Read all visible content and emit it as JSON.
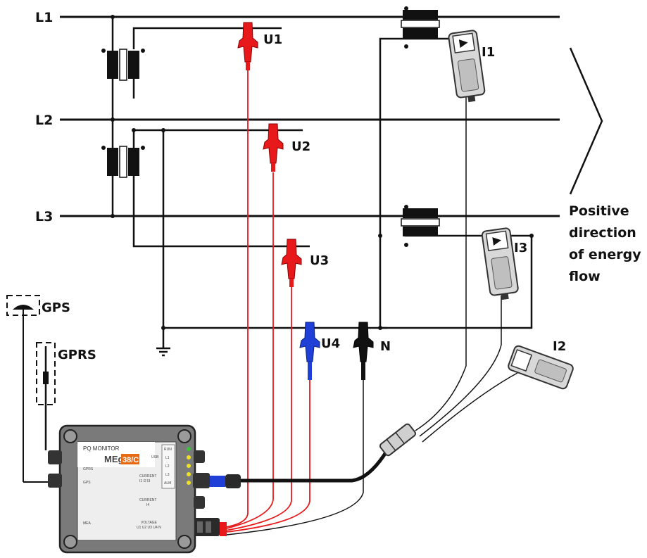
{
  "lines": {
    "l1": "L1",
    "l2": "L2",
    "l3": "L3"
  },
  "voltage_probes": {
    "u1": "U1",
    "u2": "U2",
    "u3": "U3",
    "u4": "U4",
    "n": "N"
  },
  "current_clamps": {
    "i1": "I1",
    "i2": "I2",
    "i3": "I3"
  },
  "antennas": {
    "gps": "GPS",
    "gprs": "GPRS"
  },
  "energy_flow": {
    "line1": "Positive",
    "line2": "direction",
    "line3": "of energy",
    "line4": "flow"
  },
  "device": {
    "title": "PQ MONITOR",
    "brand": "MEg",
    "model": "38/C",
    "port_usb": "USB",
    "port_gprs": "GPRS",
    "port_gps": "GPS",
    "port_current_top": "CURRENT",
    "port_current_top_sub": "I1 I2 I3",
    "port_current_mid": "CURRENT",
    "port_current_mid_sub": "I4",
    "port_voltage": "VOLTAGE",
    "port_voltage_sub": "U1 U2 U3 U4 N",
    "leds": [
      "RUN",
      "L1",
      "L2",
      "L3",
      "ALM"
    ],
    "logo": "MEA"
  },
  "colors": {
    "voltage_phase": "#e8191b",
    "voltage_aux": "#1f3fd6",
    "neutral": "#111111",
    "line": "#111111"
  }
}
